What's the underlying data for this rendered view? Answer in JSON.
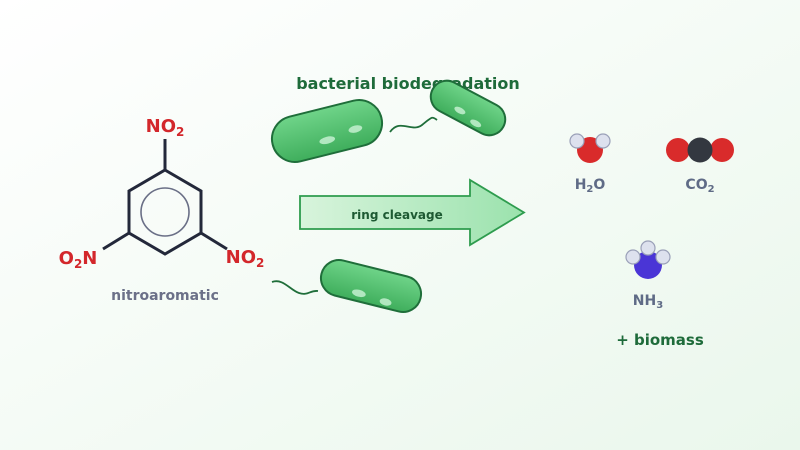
{
  "title": "bacterial biodegradation",
  "arrow_label": "ring cleavage",
  "substrate": {
    "caption": "nitroaromatic",
    "groups": [
      "NO",
      "NO",
      "O",
      "N"
    ],
    "subscripts": [
      "2",
      "2",
      "2"
    ]
  },
  "products": {
    "water": {
      "main": "H",
      "sub": "2",
      "tail": "O"
    },
    "carbon_dioxide": {
      "main": "CO",
      "sub": "2"
    },
    "ammonia": {
      "main": "NH",
      "sub": "3"
    },
    "extra": "+ biomass"
  },
  "colors": {
    "accent_green": "#1e6b3a",
    "nitro_red": "#d3272b",
    "bacteria_fill": "#4fbf6c",
    "oxygen": "#d92b2b",
    "carbon": "#333840",
    "nitrogen": "#4a35d6",
    "hydrogen": "#dde1ee",
    "label_gray": "#5f6b86"
  }
}
